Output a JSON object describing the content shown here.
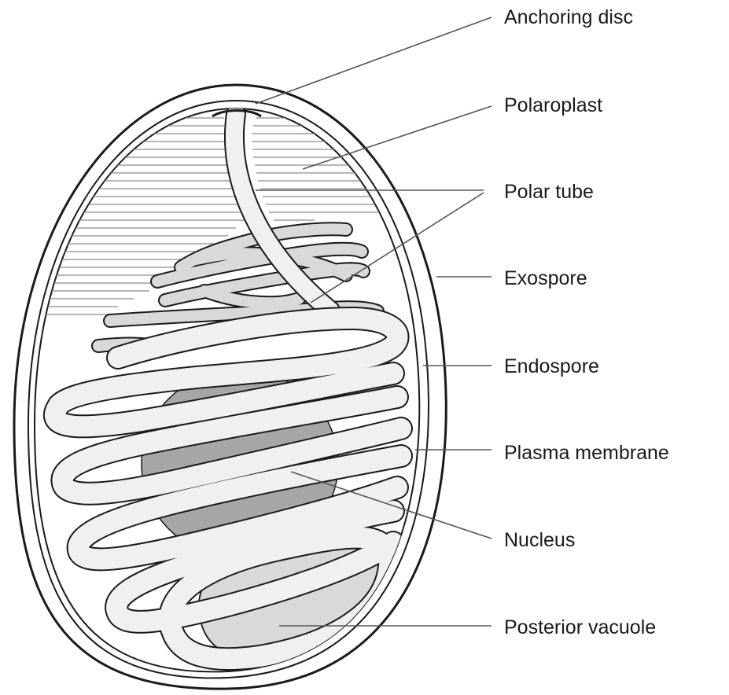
{
  "labels": {
    "anchoring_disc": "Anchoring disc",
    "polaroplast": "Polaroplast",
    "polar_tube": "Polar tube",
    "exospore": "Exospore",
    "endospore": "Endospore",
    "plasma_membrane": "Plasma membrane",
    "nucleus": "Nucleus",
    "posterior_vacuole": "Posterior vacuole"
  },
  "colors": {
    "outline": "#1a1a1a",
    "tube_fill": "#f0f0f0",
    "nucleus_fill": "#a6a6a6",
    "vacuole_fill": "#d9d9d9",
    "hatch": "#8c8c8c",
    "leader": "#555555",
    "text": "#1a1a1a"
  }
}
